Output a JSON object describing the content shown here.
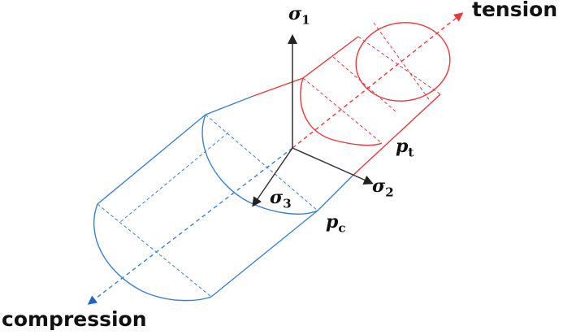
{
  "labels": {
    "sigma1": {
      "sym": "σ",
      "sub": "1"
    },
    "sigma2": {
      "sym": "σ",
      "sub": "2"
    },
    "sigma3": {
      "sym": "σ",
      "sub": "3"
    },
    "pt": {
      "sym": "p",
      "sub": "t"
    },
    "pc": {
      "sym": "p",
      "sub": "c"
    },
    "tension": "tension",
    "compression": "compression"
  },
  "colors": {
    "tension": "#e8383d",
    "compression": "#3a82d0",
    "axes": "#333333"
  }
}
